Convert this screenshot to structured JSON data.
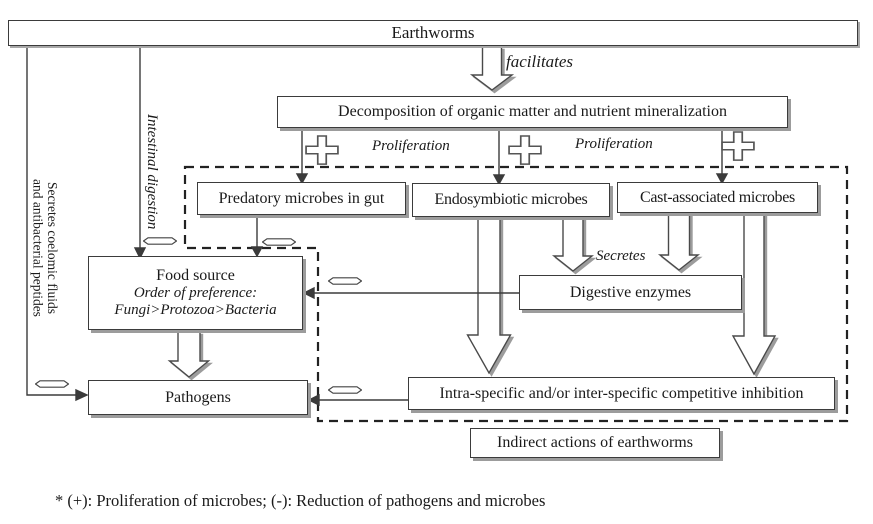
{
  "nodes": {
    "earthworms": {
      "label": "Earthworms"
    },
    "decomposition": {
      "label": "Decomposition of organic matter and nutrient mineralization"
    },
    "predatory_microbes": {
      "label": "Predatory microbes in gut"
    },
    "endosymbiotic_microbes": {
      "label": "Endosymbiotic microbes"
    },
    "cast_microbes": {
      "label": "Cast-associated microbes"
    },
    "food_source": {
      "title": "Food source",
      "subtitle": "Order of preference:",
      "preference": "Fungi>Protozoa>Bacteria"
    },
    "digestive_enzymes": {
      "label": "Digestive enzymes"
    },
    "pathogens": {
      "label": "Pathogens"
    },
    "competitive_inhibition": {
      "label": "Intra-specific and/or inter-specific competitive inhibition"
    },
    "indirect_actions": {
      "label": "Indirect actions of earthworms"
    }
  },
  "edge_labels": {
    "facilitates": "facilitates",
    "proliferation_left": "Proliferation",
    "proliferation_right": "Proliferation",
    "secretes": "Secretes",
    "intestinal_digestion": "Intestinal digestion",
    "coelomic_line1": "Secretes coelomic fluids",
    "coelomic_line2": "and antibacterial peptides"
  },
  "footnote": "* (+): Proliferation of microbes; (-): Reduction of pathogens and microbes",
  "colors": {
    "line": "#3b3b3b",
    "shadow": "#9c9c9c",
    "background": "#ffffff",
    "text": "#1a1a1a"
  }
}
